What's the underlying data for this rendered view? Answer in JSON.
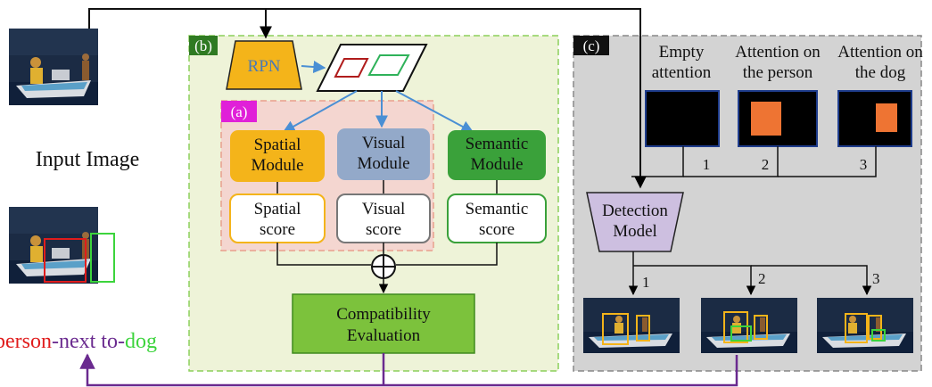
{
  "input_caption": "Input Image",
  "relation": {
    "subject": "person",
    "predicate": "-next to-",
    "object": "dog",
    "subject_color": "#e01c1c",
    "predicate_color": "#6a2a8f",
    "object_color": "#3cd43c"
  },
  "panel_b": {
    "tag": "(b)",
    "tag_color": "#2f7a22"
  },
  "panel_a": {
    "tag": "(a)",
    "tag_color": "#e020d8"
  },
  "panel_c": {
    "tag": "(c)",
    "tag_color": "#111111"
  },
  "rpn_label": "RPN",
  "modules": [
    {
      "line1": "Spatial",
      "line2": "Module",
      "color": "#f4b41a"
    },
    {
      "line1": "Visual",
      "line2": "Module",
      "color": "#93a9c9"
    },
    {
      "line1": "Semantic",
      "line2": "Module",
      "color": "#3aa13a"
    }
  ],
  "scores": [
    {
      "line1": "Spatial",
      "line2": "score",
      "border": "#f4b41a"
    },
    {
      "line1": "Visual",
      "line2": "score",
      "border": "#777777"
    },
    {
      "line1": "Semantic",
      "line2": "score",
      "border": "#3aa13a"
    }
  ],
  "compat": {
    "line1": "Compatibility",
    "line2": "Evaluation"
  },
  "attentions": [
    {
      "line1": "Empty",
      "line2": "attention",
      "index": "1"
    },
    {
      "line1": "Attention on",
      "line2": "the person",
      "index": "2"
    },
    {
      "line1": "Attention on",
      "line2": "the dog",
      "index": "3"
    }
  ],
  "detection": {
    "line1": "Detection",
    "line2": "Model"
  },
  "outputs": [
    "1",
    "2",
    "3"
  ],
  "colors": {
    "flow_arrow": "#4a8fd4",
    "feedback_arrow": "#6a2a8f",
    "attention_fill": "#ee7433"
  }
}
